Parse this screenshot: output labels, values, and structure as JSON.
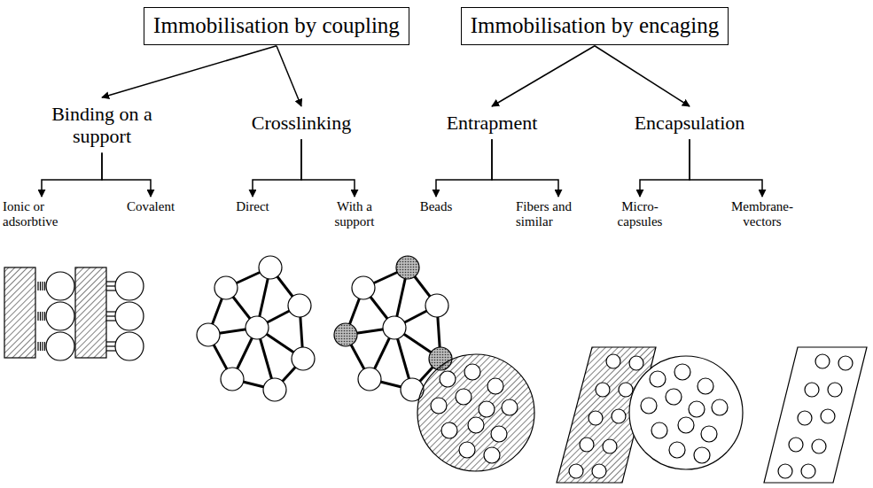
{
  "diagram": {
    "nodes": [
      {
        "text": [
          "Immobilisation by coupling"
        ]
      },
      {
        "text": [
          "Immobilisation by encaging"
        ]
      },
      {
        "text": [
          "Binding on a support"
        ]
      },
      {
        "text": [
          "Crosslinking"
        ]
      },
      {
        "text": [
          "Entrapment"
        ]
      },
      {
        "text": [
          "Encapsulation"
        ]
      },
      {
        "text": [
          "Ionic or adsorbtive"
        ]
      },
      {
        "text": [
          "Covalent"
        ]
      },
      {
        "text": [
          "Direct"
        ]
      },
      {
        "text": [
          "With a support"
        ]
      },
      {
        "text": [
          "Beads"
        ]
      },
      {
        "text": [
          "Fibers and similar"
        ]
      },
      {
        "text": [
          "Micro- capsules"
        ]
      },
      {
        "text": [
          "Membrane- vectors"
        ]
      }
    ],
    "edges": [
      {
        "from": 0,
        "to": 2,
        "arrow": "to"
      },
      {
        "from": 0,
        "to": 3,
        "arrow": "to"
      },
      {
        "from": 1,
        "to": 4,
        "arrow": "to"
      },
      {
        "from": 1,
        "to": 5,
        "arrow": "to"
      },
      {
        "from": 2,
        "to": 6,
        "arrow": "to"
      },
      {
        "from": 2,
        "to": 7,
        "arrow": "to"
      },
      {
        "from": 3,
        "to": 8,
        "arrow": "to"
      },
      {
        "from": 3,
        "to": 9,
        "arrow": "to"
      },
      {
        "from": 4,
        "to": 10,
        "arrow": "to"
      },
      {
        "from": 4,
        "to": 11,
        "arrow": "to"
      },
      {
        "from": 5,
        "to": 12,
        "arrow": "to"
      },
      {
        "from": 5,
        "to": 13,
        "arrow": "to"
      }
    ]
  }
}
